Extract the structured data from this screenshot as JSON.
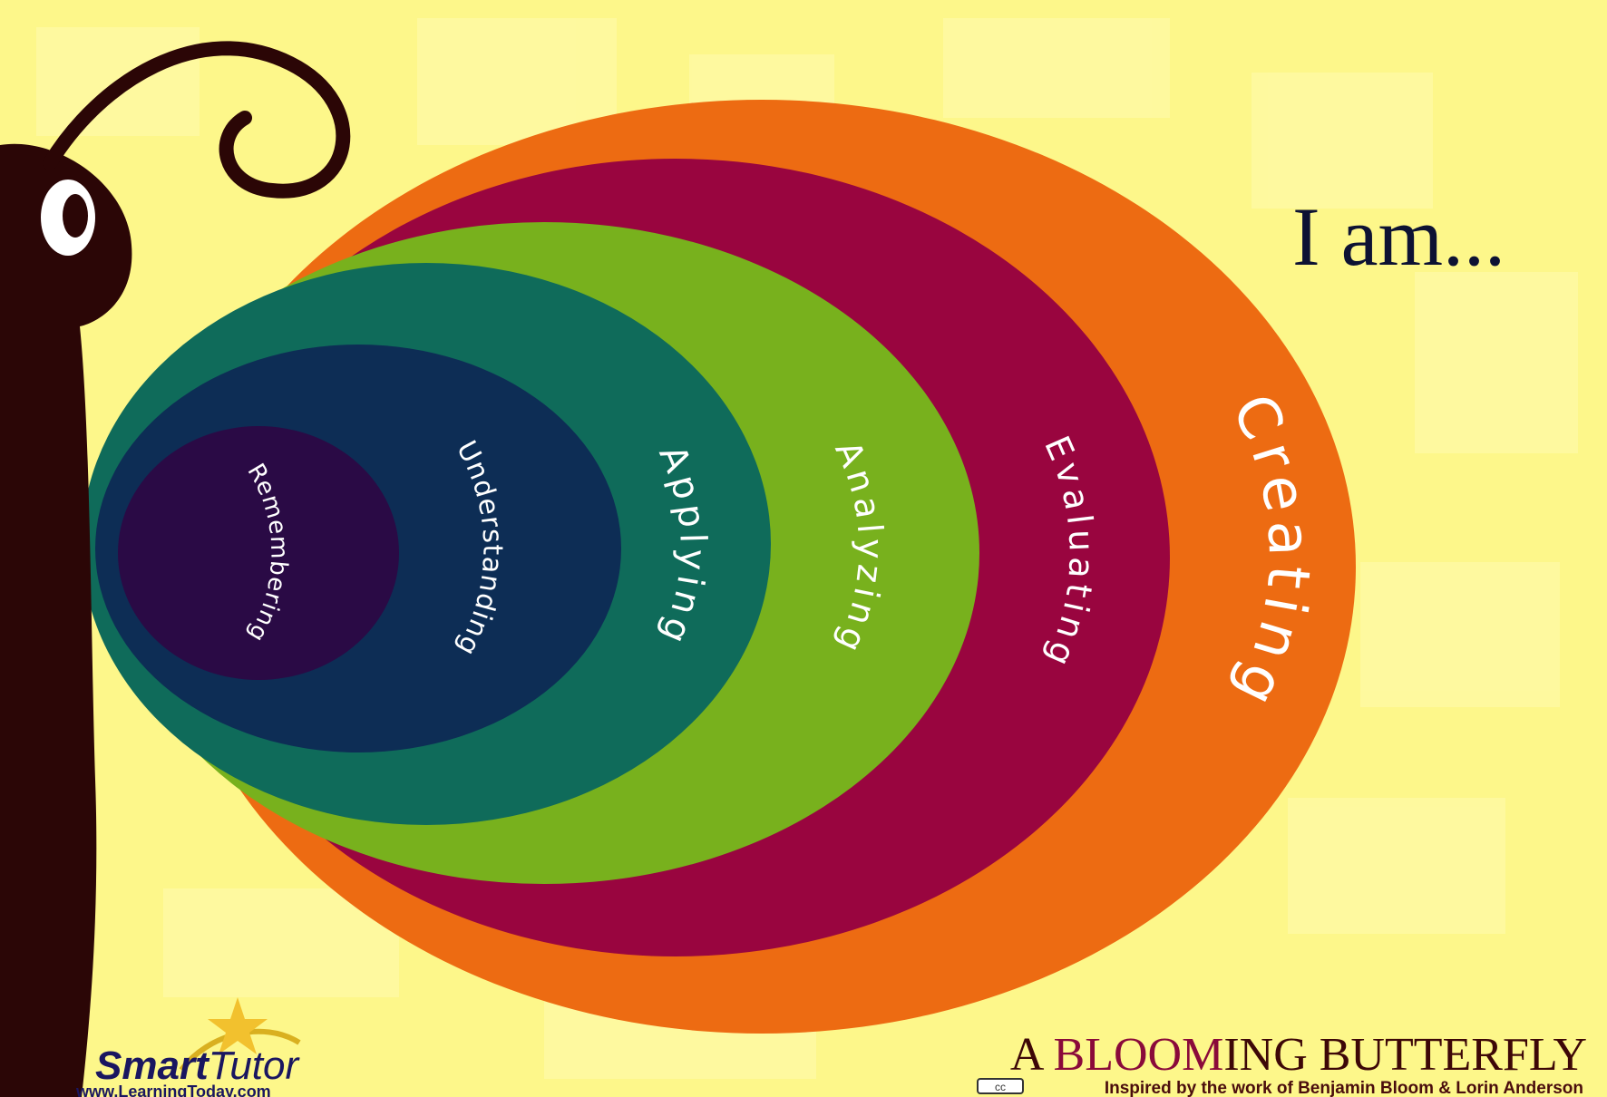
{
  "heading": "I am...",
  "levels": [
    {
      "label": "Remembering",
      "color": "#2a0a45"
    },
    {
      "label": "Understanding",
      "color": "#0d2d55"
    },
    {
      "label": "Applying",
      "color": "#0f6b5a"
    },
    {
      "label": "Analyzing",
      "color": "#78b11d"
    },
    {
      "label": "Evaluating",
      "color": "#99053f"
    },
    {
      "label": "Creating",
      "color": "#ed6b12"
    }
  ],
  "title": {
    "part1": "A ",
    "part2": "BLOOM",
    "part3": "ING BUTTERFLY"
  },
  "credit": "Inspired by the work of Benjamin Bloom & Lorin Anderson",
  "license_badge": "cc",
  "logo": {
    "smart": "Smart",
    "tutor": "Tutor",
    "url": "www.LearningToday.com",
    "icon": "star-icon"
  },
  "colors": {
    "background": "#fdf78a",
    "body": "#2b0606",
    "title_dark": "#3d0707",
    "title_accent": "#8a0a3a"
  }
}
